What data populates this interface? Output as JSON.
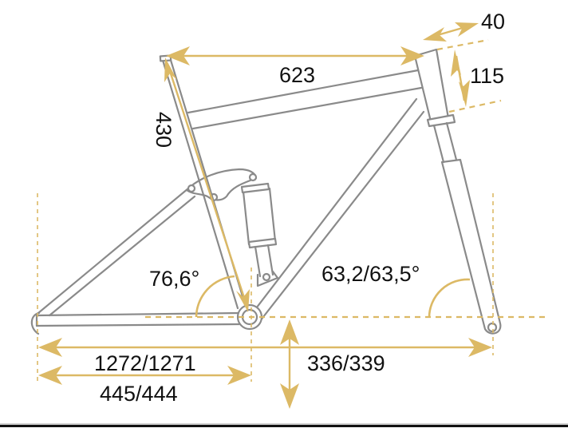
{
  "diagram": {
    "type": "bicycle-frame-geometry",
    "accent_color": "#dcb965",
    "frame_color": "#8a8a8a",
    "text_color": "#111111",
    "dimensions": {
      "head_tube_width": "40",
      "head_tube_length": "115",
      "top_tube_length": "623",
      "seat_tube_length": "430",
      "seat_angle": "76,6°",
      "head_angle": "63,2/63,5°",
      "wheelbase": "1272/1271",
      "chainstay_length": "445/444",
      "bb_height": "336/339"
    }
  }
}
